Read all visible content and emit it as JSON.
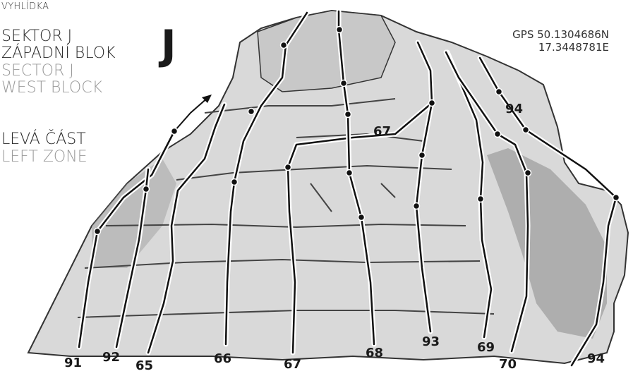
{
  "header": {
    "top_label": "VYHLÍDKA",
    "sector_cz_line1": "SEKTOR J",
    "sector_cz_line2": "ZÁPADNÍ BLOK",
    "sector_en_line1": "SECTOR J",
    "sector_en_line2": "WEST BLOCK",
    "zone_cz": "LEVÁ ČÁST",
    "zone_en": "LEFT ZONE",
    "sector_letter": "J"
  },
  "gps": {
    "line1": "GPS 50.1304686N",
    "line2": "17.3448781E"
  },
  "routes": [
    {
      "number": "91"
    },
    {
      "number": "92"
    },
    {
      "number": "65"
    },
    {
      "number": "66"
    },
    {
      "number": "67"
    },
    {
      "number": "67"
    },
    {
      "number": "68"
    },
    {
      "number": "93"
    },
    {
      "number": "69"
    },
    {
      "number": "70"
    },
    {
      "number": "94"
    },
    {
      "number": "94"
    }
  ],
  "colors": {
    "rock_fill": "#d6d6d6",
    "rock_shadow": "#555555",
    "route_line": "#111111",
    "route_halo": "#ffffff"
  }
}
